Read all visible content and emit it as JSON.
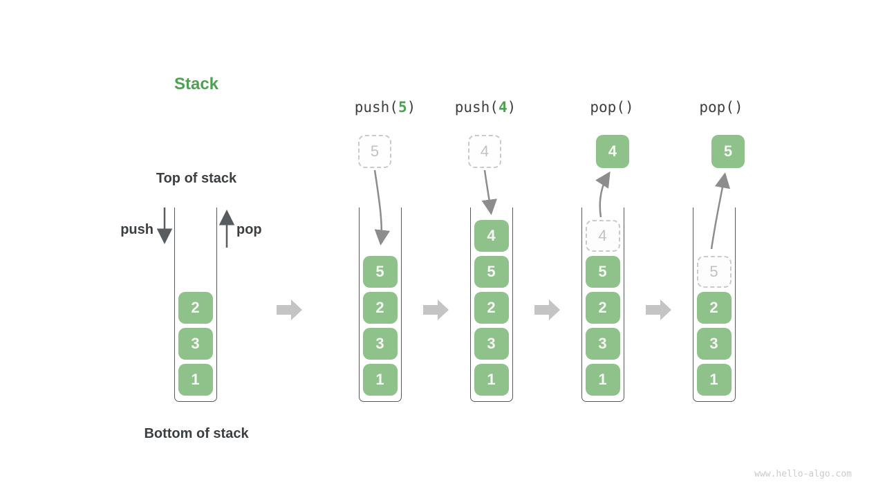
{
  "title": "Stack",
  "watermark": "www.hello-algo.com",
  "labels": {
    "top_of_stack": "Top of stack",
    "bottom_of_stack": "Bottom of stack",
    "push": "push",
    "pop": "pop"
  },
  "colors": {
    "cell_green": "#8EC28A",
    "accent_green": "#4FA052",
    "dark_text": "#3B3F42",
    "dashed_border_gray": "#C9CACB",
    "dashed_text_gray": "#C0C2C3",
    "motion_arrow_gray": "#8C8C8C",
    "push_pop_arrow_gray": "#595C5F",
    "block_arrow_gray": "#C4C4C4",
    "container_outline_gray": "#55585B",
    "watermark_gray": "#CBCBCB"
  },
  "columns": [
    {
      "name": "initial-stack",
      "operation": null,
      "floating": null,
      "cells": [
        {
          "value": "2",
          "style": "solid"
        },
        {
          "value": "3",
          "style": "solid"
        },
        {
          "value": "1",
          "style": "solid"
        }
      ]
    },
    {
      "name": "push-5",
      "operation": {
        "pre": "push(",
        "arg": "5",
        "post": ")"
      },
      "floating": {
        "style": "dashed",
        "value": "5"
      },
      "cells": [
        {
          "value": "5",
          "style": "solid"
        },
        {
          "value": "2",
          "style": "solid"
        },
        {
          "value": "3",
          "style": "solid"
        },
        {
          "value": "1",
          "style": "solid"
        }
      ]
    },
    {
      "name": "push-4",
      "operation": {
        "pre": "push(",
        "arg": "4",
        "post": ")"
      },
      "floating": {
        "style": "dashed",
        "value": "4"
      },
      "cells": [
        {
          "value": "4",
          "style": "solid"
        },
        {
          "value": "5",
          "style": "solid"
        },
        {
          "value": "2",
          "style": "solid"
        },
        {
          "value": "3",
          "style": "solid"
        },
        {
          "value": "1",
          "style": "solid"
        }
      ]
    },
    {
      "name": "pop-first",
      "operation": {
        "pre": "pop()",
        "arg": "",
        "post": ""
      },
      "floating": {
        "style": "solid",
        "value": "4"
      },
      "cells": [
        {
          "value": "4",
          "style": "dashed"
        },
        {
          "value": "5",
          "style": "solid"
        },
        {
          "value": "2",
          "style": "solid"
        },
        {
          "value": "3",
          "style": "solid"
        },
        {
          "value": "1",
          "style": "solid"
        }
      ]
    },
    {
      "name": "pop-second",
      "operation": {
        "pre": "pop()",
        "arg": "",
        "post": ""
      },
      "floating": {
        "style": "solid",
        "value": "5"
      },
      "cells": [
        {
          "value": "5",
          "style": "dashed"
        },
        {
          "value": "2",
          "style": "solid"
        },
        {
          "value": "3",
          "style": "solid"
        },
        {
          "value": "1",
          "style": "solid"
        }
      ]
    }
  ]
}
